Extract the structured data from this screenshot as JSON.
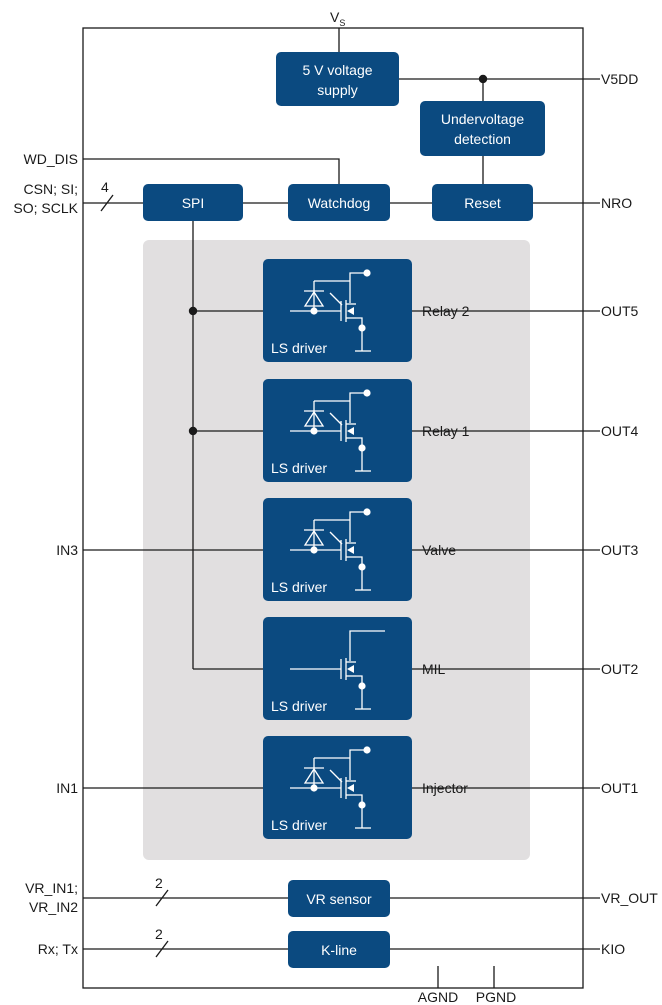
{
  "supply": {
    "main": "V",
    "sub": "S"
  },
  "blocks": {
    "vsupply": [
      "5 V voltage",
      "supply"
    ],
    "undervoltage": [
      "Undervoltage",
      "detection"
    ],
    "spi": "SPI",
    "watchdog": "Watchdog",
    "reset": "Reset",
    "vr_sensor": "VR sensor",
    "kline": "K-line"
  },
  "drivers": [
    {
      "name": "Relay 2",
      "label": "LS driver",
      "output": "OUT5"
    },
    {
      "name": "Relay 1",
      "label": "LS driver",
      "output": "OUT4"
    },
    {
      "name": "Valve",
      "label": "LS driver",
      "output": "OUT3"
    },
    {
      "name": "MIL",
      "label": "LS driver",
      "output": "OUT2"
    },
    {
      "name": "Injector",
      "label": "LS driver",
      "output": "OUT1"
    }
  ],
  "pins_left": {
    "wd_dis": "WD_DIS",
    "spi_line1": "CSN; SI;",
    "spi_line2": "SO; SCLK",
    "in3": "IN3",
    "in1": "IN1",
    "vr_in1": "VR_IN1;",
    "vr_in2": "VR_IN2",
    "rxtx": "Rx; Tx"
  },
  "pins_right": {
    "v5dd": "V5DD",
    "nro": "NRO",
    "vr_out": "VR_OUT",
    "kio": "KIO"
  },
  "pins_bottom": {
    "agnd": "AGND",
    "pgnd": "PGND"
  },
  "bus_widths": {
    "spi": "4",
    "vr": "2",
    "k": "2"
  },
  "colors": {
    "block": "#0b4a80",
    "driver_area": "#e1dfe0",
    "line": "#1a1a1a"
  }
}
